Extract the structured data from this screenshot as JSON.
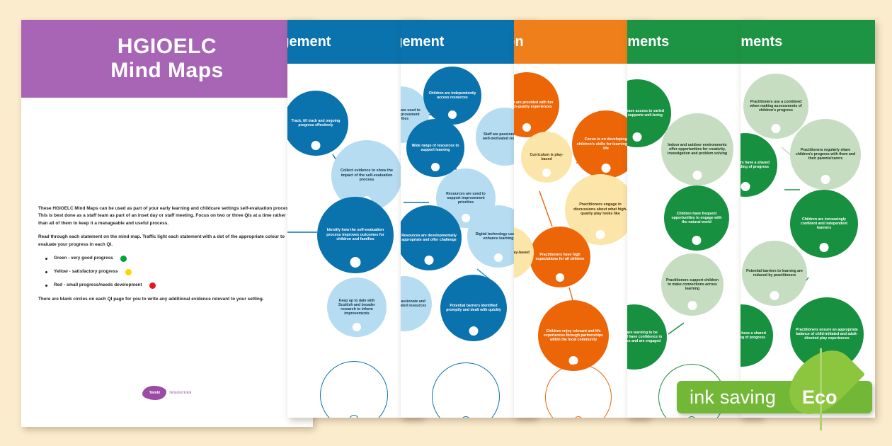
{
  "background_color": "#fbeccd",
  "cover": {
    "band_color": "#a865b5",
    "title_line1": "HGIOELC",
    "title_line2": "Mind Maps",
    "paragraph1": "These HGIOELC Mind Maps can be used as part of your early learning and childcare settings self-evaluation process. This is best done as a staff team as part of an inset day or staff meeting. Focus on two or three QIs at a time rather than all of them to keep it a manageable and useful process.",
    "paragraph2": "Read through each statement on the mind map. Traffic light each statement with a dot of the appropriate colour to evaluate your progress in each QI.",
    "bullets": [
      {
        "label": "Green - very good progress",
        "colour": "#00a13a",
        "colour_name": "green"
      },
      {
        "label": "Yellow - satisfactory progress",
        "colour": "#ffd400",
        "colour_name": "yellow"
      },
      {
        "label": "Red - small progress/needs development",
        "colour": "#e8161c",
        "colour_name": "red"
      }
    ],
    "paragraph3": "There are blank circles on each QI page for you to write any additional evidence relevant to your setting.",
    "logo_mark": "Twinkl",
    "logo_word": "resources"
  },
  "pages": [
    {
      "id": "mm1",
      "header": "Leadership and Management",
      "header_visible": "nagement",
      "band_color": "#0a72ad",
      "bubbles": [
        {
          "text": "Track, till track and ongoing progress effectively",
          "shade": "dark"
        },
        {
          "text": "Collect evidence to show the impact of the self-evaluation process",
          "shade": "light"
        },
        {
          "text": "Identify how the self-evaluation process improves outcomes for children and families",
          "shade": "dark"
        },
        {
          "text": "Keep up to date with Scottish and broader research to inform improvements",
          "shade": "light"
        }
      ]
    },
    {
      "id": "mm2",
      "header": "Leadership and Management",
      "header_visible": "nagement",
      "band_color": "#0a72ad",
      "bubbles": [
        {
          "text": "Children are independently access resources",
          "shade": "dark"
        },
        {
          "text": "Wide range of resources to support learning",
          "shade": "dark"
        },
        {
          "text": "Staff are passionate and well-motivated resources",
          "shade": "light"
        },
        {
          "text": "Resources are used to support improvement priorities",
          "shade": "light"
        },
        {
          "text": "Resources are developmentally appropriate and offer challenge",
          "shade": "dark"
        },
        {
          "text": "Digital technology used to enhance learning",
          "shade": "light"
        },
        {
          "text": "Potential barriers identified promptly and dealt with quickly",
          "shade": "dark"
        }
      ]
    },
    {
      "id": "mm3",
      "header": "Provision",
      "header_visible": "ision",
      "band_color": "#ef7f1a",
      "bubbles": [
        {
          "text": "Children are provided with fun and high-quality experiences",
          "shade": "dark"
        },
        {
          "text": "Curriculum is play-based",
          "shade": "light"
        },
        {
          "text": "Focus is on developing children's skills for learning and life",
          "shade": "dark"
        },
        {
          "text": "Practitioners engage in discussions about what high-quality play looks like",
          "shade": "light"
        },
        {
          "text": "Practitioners have high expectations for all children",
          "shade": "dark"
        },
        {
          "text": "Children enjoy relevant and life experiences through partnerships within the local community",
          "shade": "dark"
        }
      ]
    },
    {
      "id": "mm4",
      "header": "Achievements",
      "header_visible": "evements",
      "band_color": "#1d9443",
      "bubbles": [
        {
          "text": "Children have access to varied play that supports well-being",
          "shade": "dark"
        },
        {
          "text": "Indoor and outdoor environments offer opportunities for creativity, investigation and problem solving",
          "shade": "light"
        },
        {
          "text": "Children have frequent opportunities to engage with the natural world",
          "shade": "dark"
        },
        {
          "text": "Practitioners support children to make connections across learning",
          "shade": "light"
        },
        {
          "text": "Children are learning to be capable and have confidence in their abilities and are engaged",
          "shade": "dark"
        }
      ]
    },
    {
      "id": "mm5",
      "header": "Achievements",
      "header_visible": "evements",
      "band_color": "#1d9443",
      "bubbles": [
        {
          "text": "Practitioners use a combined when making assessments of children's progress",
          "shade": "light"
        },
        {
          "text": "Practitioners have a shared understanding of progress",
          "shade": "dark"
        },
        {
          "text": "Practitioners regularly share children's progress with them and their parents/carers",
          "shade": "light"
        },
        {
          "text": "Children are increasingly confident and independent learners",
          "shade": "dark"
        },
        {
          "text": "Potential barriers to learning are reduced by practitioners",
          "shade": "light"
        },
        {
          "text": "Practitioners ensure an appropriate balance of child-initiated and adult-directed play experiences",
          "shade": "dark"
        }
      ]
    }
  ],
  "eco_badge": {
    "ink_saving_label": "ink saving",
    "eco_label": "Eco",
    "bar_color": "#73b737",
    "leaf_color": "#8cc63f"
  }
}
